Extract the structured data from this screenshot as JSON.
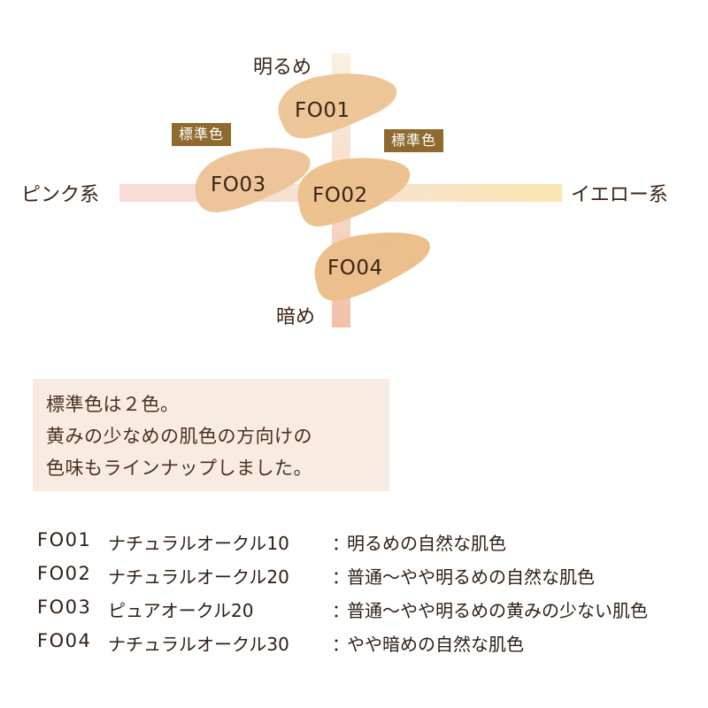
{
  "axes": {
    "top": "明るめ",
    "bottom": "暗め",
    "left": "ピンク系",
    "right": "イエロー系"
  },
  "badges": [
    "標準色",
    "標準色"
  ],
  "swatches": [
    "FO01",
    "FO02",
    "FO03",
    "FO04"
  ],
  "colors": {
    "badge": "#8e6a2e",
    "note_bg": "#f8ebe2",
    "swatch_FO01": "#f1c894",
    "swatch_FO02": "#f0c38b",
    "swatch_FO03": "#f2c697",
    "swatch_FO04": "#f0c087",
    "axis_pink": "#f6d9cf",
    "axis_yellow": "#fbe3b3"
  },
  "note": {
    "lines": [
      "標準色は２色。",
      "黄みの少なめの肌色の方向けの",
      "色味もラインナップしました。"
    ]
  },
  "shades": [
    {
      "code": "FO01",
      "name": "ナチュラルオークル10",
      "colon": "：",
      "desc": "明るめの自然な肌色"
    },
    {
      "code": "FO02",
      "name": "ナチュラルオークル20",
      "colon": "：",
      "desc": "普通～やや明るめの自然な肌色"
    },
    {
      "code": "FO03",
      "name": "ピュアオークル20",
      "colon": "：",
      "desc": "普通～やや明るめの黄みの少ない肌色"
    },
    {
      "code": "FO04",
      "name": "ナチュラルオークル30",
      "colon": "：",
      "desc": "やや暗めの自然な肌色"
    }
  ]
}
